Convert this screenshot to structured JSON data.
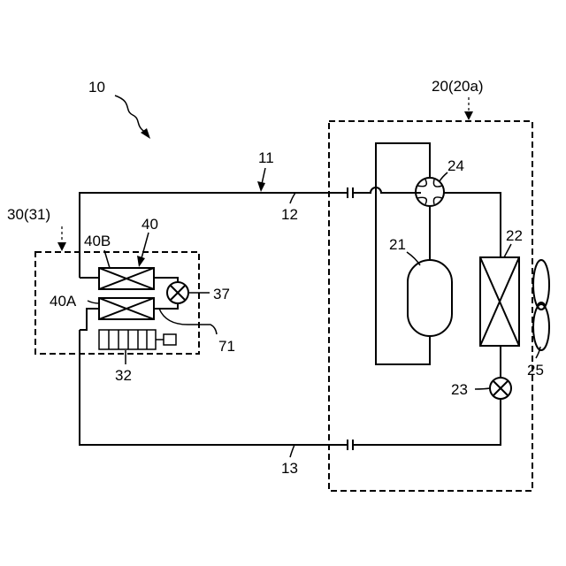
{
  "labels": {
    "system": "10",
    "outdoor_unit": "20(20a)",
    "indoor_unit": "30(31)",
    "pipe_11": "11",
    "pipe_12": "12",
    "pipe_13": "13",
    "heat_exchanger_40": "40",
    "heat_exchanger_40b": "40B",
    "heat_exchanger_40a": "40A",
    "valve_37": "37",
    "pipe_71": "71",
    "component_32": "32",
    "compressor_21": "21",
    "heat_exchanger_22": "22",
    "valve_23": "23",
    "four_way_valve_24": "24",
    "fan_25": "25"
  }
}
